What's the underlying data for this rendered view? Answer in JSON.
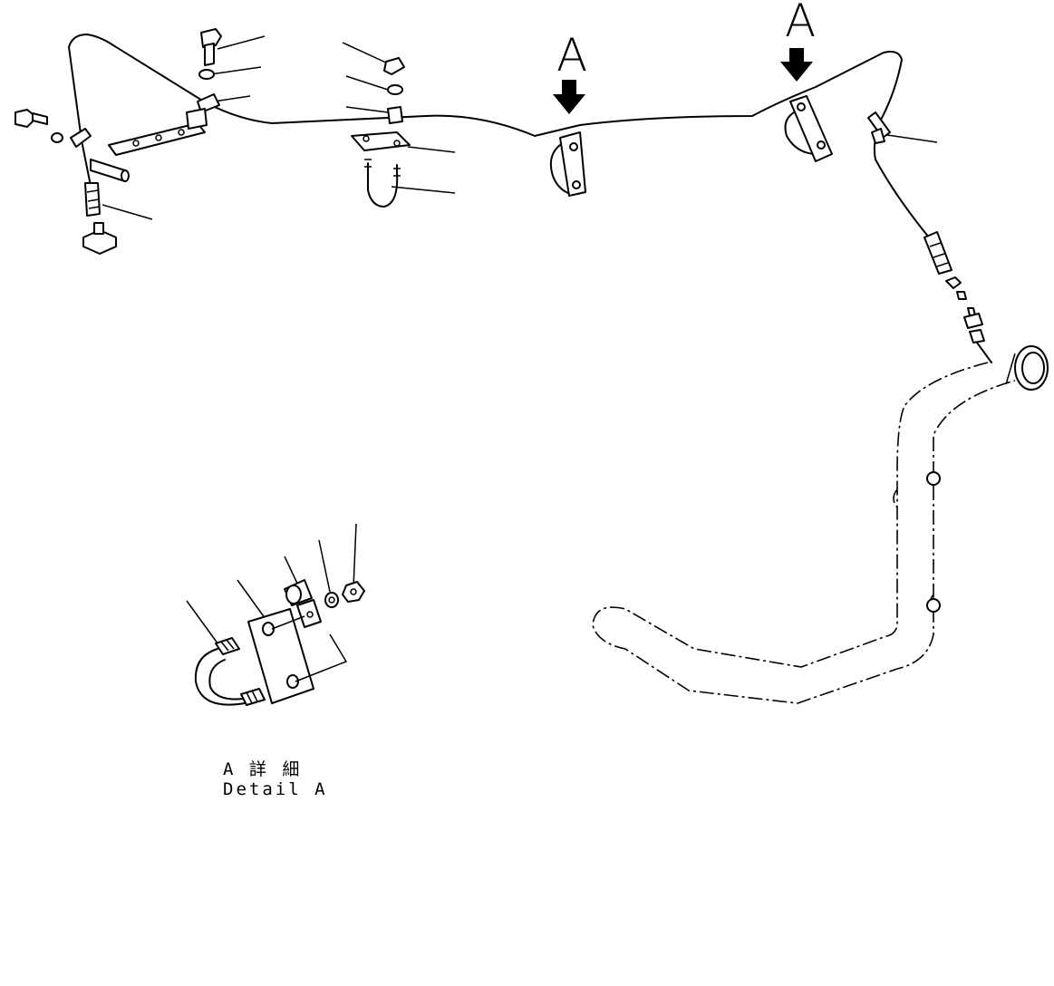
{
  "view_markers": [
    {
      "label": "A"
    },
    {
      "label": "A"
    }
  ],
  "detail": {
    "title_jp": "A 詳 細",
    "title_en": "Detail A"
  }
}
